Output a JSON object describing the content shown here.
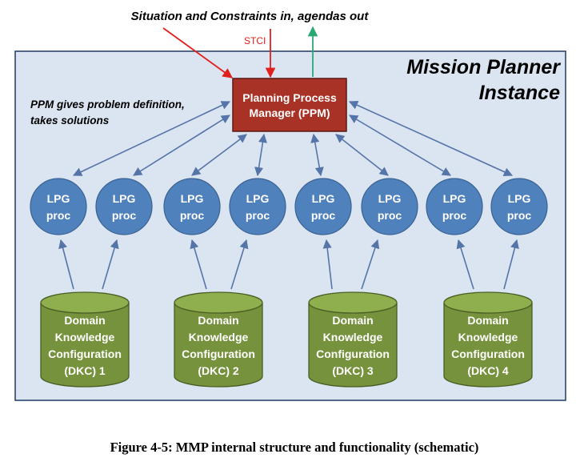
{
  "header": {
    "input_label": "Situation and Constraints in, agendas out",
    "stci_label": "STCI"
  },
  "instance": {
    "title_line1": "Mission Planner",
    "title_line2": "Instance"
  },
  "note": {
    "line1": "PPM gives problem definition,",
    "line2": "takes solutions"
  },
  "ppm": {
    "line1": "Planning Process",
    "line2": "Manager (PPM)"
  },
  "lpg_nodes": [
    {
      "line1": "LPG",
      "line2": "proc"
    },
    {
      "line1": "LPG",
      "line2": "proc"
    },
    {
      "line1": "LPG",
      "line2": "proc"
    },
    {
      "line1": "LPG",
      "line2": "proc"
    },
    {
      "line1": "LPG",
      "line2": "proc"
    },
    {
      "line1": "LPG",
      "line2": "proc"
    },
    {
      "line1": "LPG",
      "line2": "proc"
    },
    {
      "line1": "LPG",
      "line2": "proc"
    }
  ],
  "dkc_nodes": [
    {
      "line1": "Domain",
      "line2": "Knowledge",
      "line3": "Configuration",
      "line4": "(DKC) 1"
    },
    {
      "line1": "Domain",
      "line2": "Knowledge",
      "line3": "Configuration",
      "line4": "(DKC) 2"
    },
    {
      "line1": "Domain",
      "line2": "Knowledge",
      "line3": "Configuration",
      "line4": "(DKC) 3"
    },
    {
      "line1": "Domain",
      "line2": "Knowledge",
      "line3": "Configuration",
      "line4": "(DKC) 4"
    }
  ],
  "caption": "Figure 4-5: MMP internal structure and functionality (schematic)",
  "colors": {
    "panel_fill": "#dbe5f1",
    "panel_stroke": "#1f3864",
    "ppm_fill": "#a93226",
    "lpg_fill": "#4f81bd",
    "dkc_fill": "#76923c",
    "arrow_blue": "#5574a8",
    "arrow_red": "#e0201c",
    "arrow_green": "#2aa874"
  }
}
